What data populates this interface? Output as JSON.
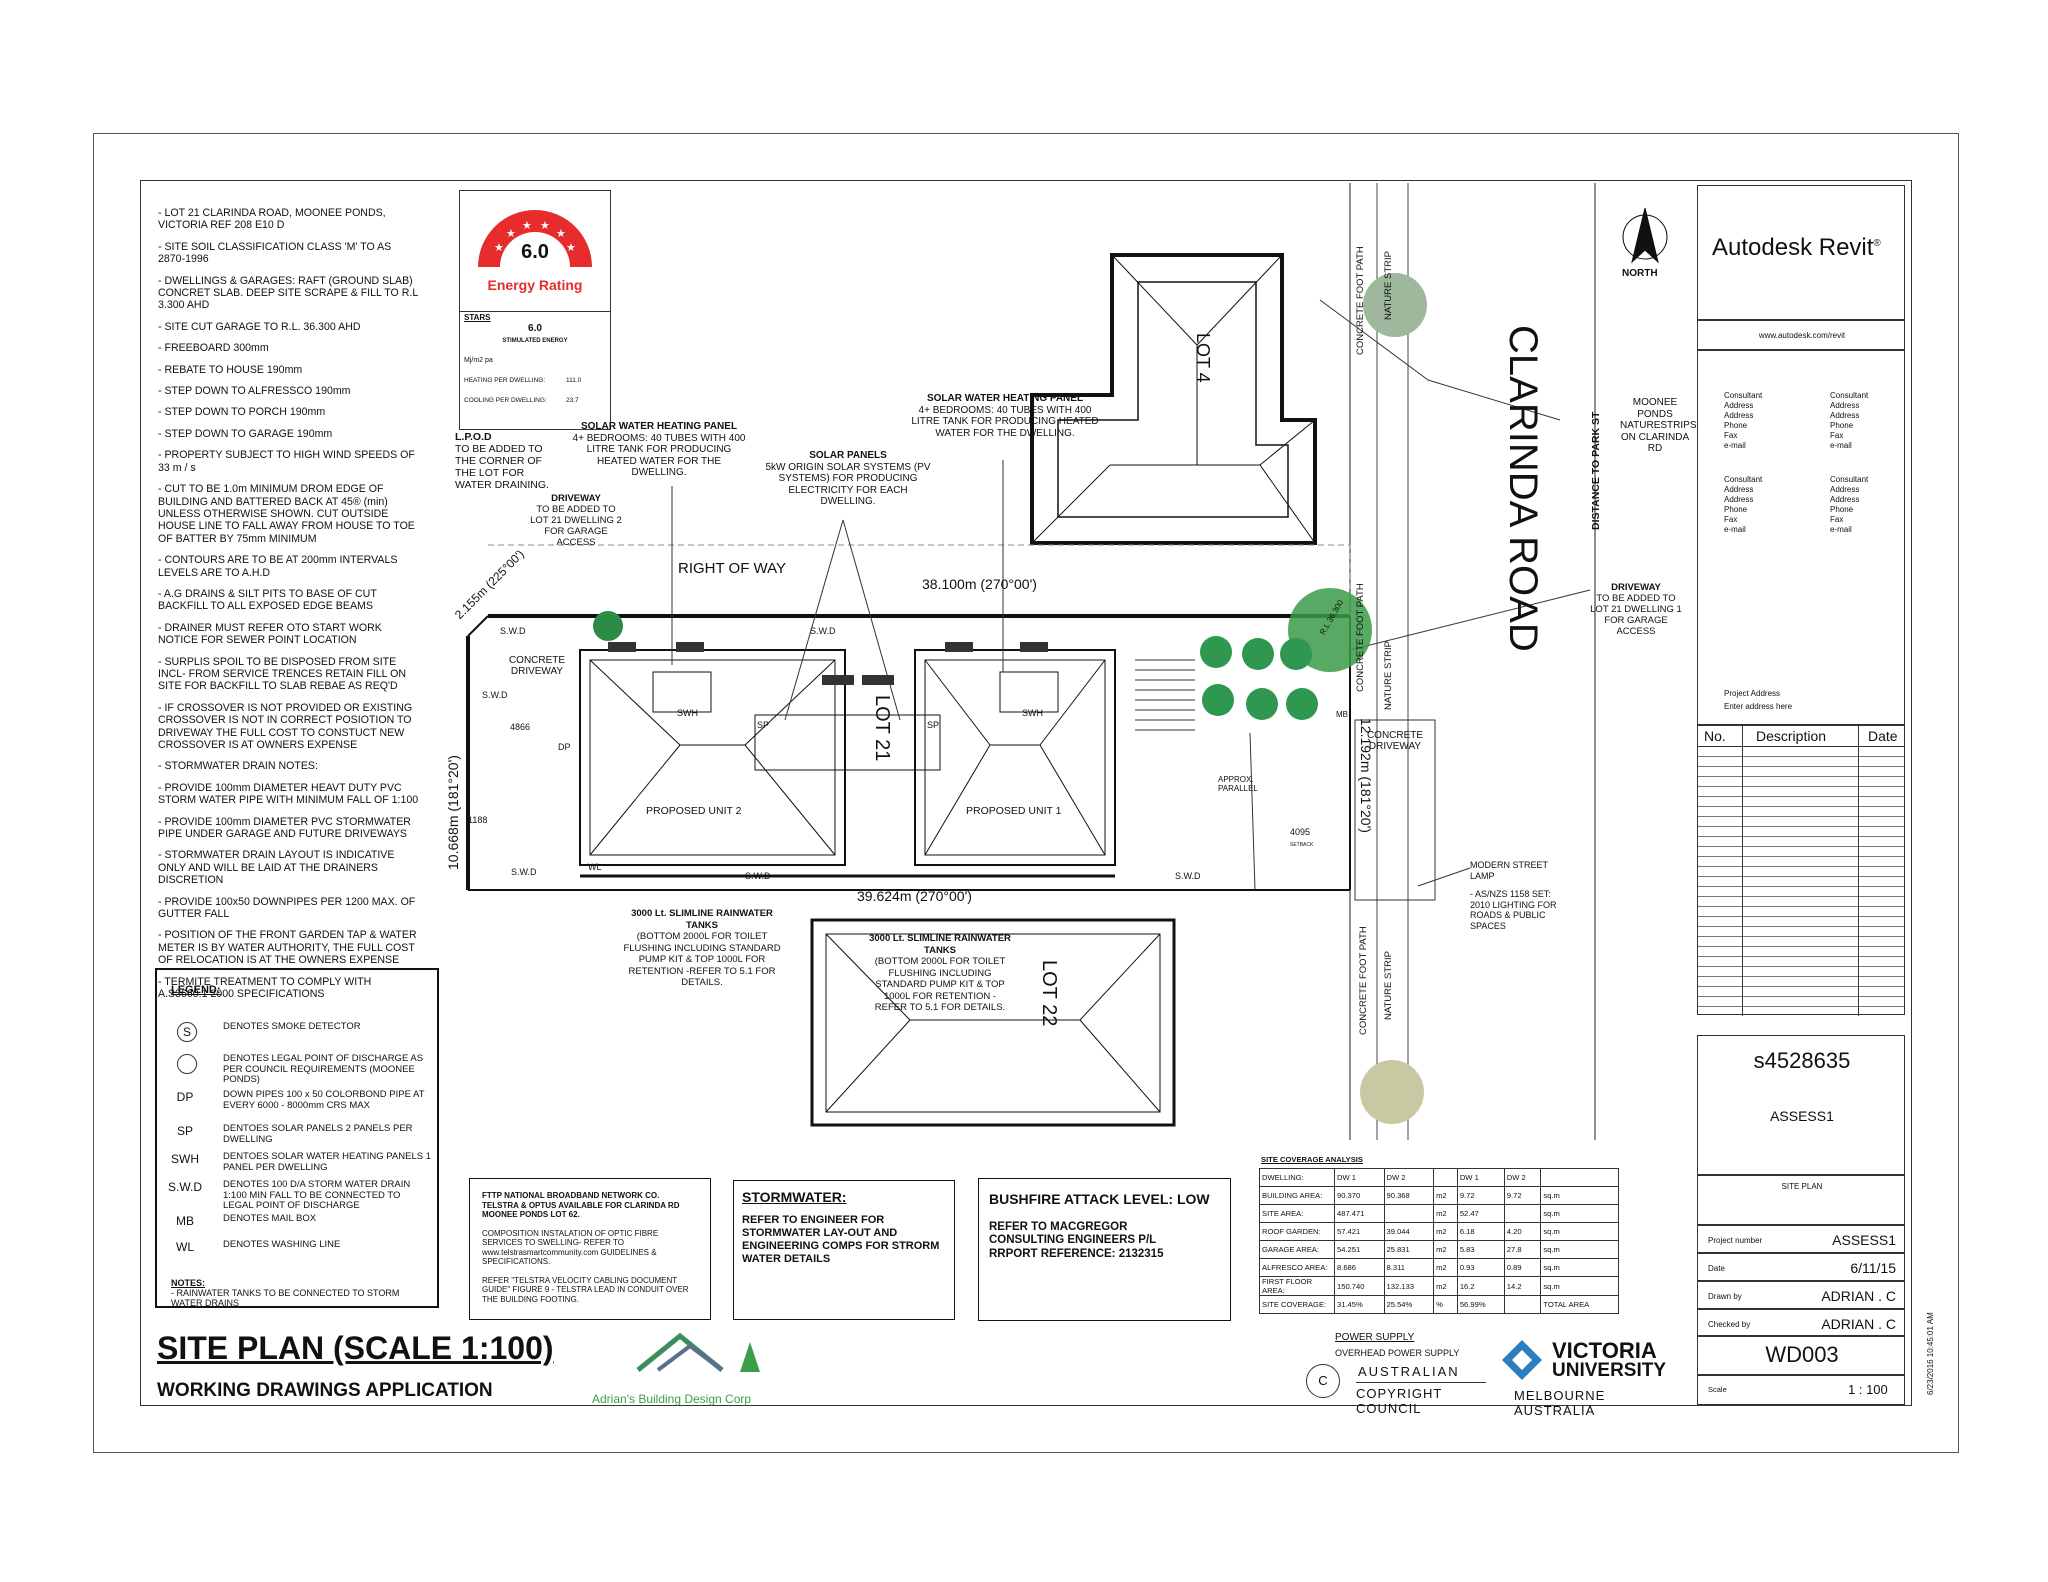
{
  "notes": [
    "- LOT 21 CLARINDA ROAD, MOONEE PONDS, VICTORIA  REF 208 E10 D",
    "- SITE SOIL CLASSIFICATION CLASS 'M' TO AS 2870-1996",
    "- DWELLINGS & GARAGES: RAFT (GROUND SLAB) CONCRET SLAB. DEEP SITE SCRAPE & FILL TO R.L 3.300 AHD",
    "- SITE CUT GARAGE TO R.L. 36.300 AHD",
    "- FREEBOARD 300mm",
    "- REBATE TO HOUSE 190mm",
    "- STEP DOWN TO ALFRESSCO 190mm",
    "- STEP DOWN TO PORCH 190mm",
    "- STEP DOWN TO GARAGE 190mm",
    "- PROPERTY SUBJECT TO HIGH WIND SPEEDS OF 33 m / s",
    "- CUT TO BE 1.0m MINIMUM DROM EDGE OF BUILDING AND BATTERED BACK AT 45® (min) UNLESS OTHERWISE SHOWN. CUT OUTSIDE HOUSE LINE TO FALL AWAY FROM HOUSE TO TOE OF BATTER BY 75mm MINIMUM",
    "- CONTOURS ARE TO BE AT 200mm INTERVALS LEVELS ARE TO A.H.D",
    "- A.G DRAINS & SILT PITS TO BASE OF CUT BACKFILL TO ALL EXPOSED EDGE BEAMS",
    "- DRAINER MUST REFER OTO START WORK NOTICE FOR SEWER POINT LOCATION",
    "- SURPLIS SPOIL TO BE DISPOSED FROM SITE INCL- FROM SERVICE TRENCES RETAIN FILL ON SITE FOR BACKFILL TO SLAB REBAE AS REQ'D",
    "- IF CROSSOVER IS NOT PROVIDED OR EXISTING CROSSOVER IS NOT IN CORRECT POSIOTION  TO DRIVEWAY THE FULL COST TO CONSTUCT NEW CROSSOVER IS AT OWNERS EXPENSE",
    "- STORMWATER DRAIN NOTES:",
    "- PROVIDE 100mm DIAMETER HEAVT DUTY PVC STORM WATER PIPE WITH MINIMUM FALL OF 1:100",
    "- PROVIDE 100mm DIAMETER PVC STORMWATER PIPE UNDER GARAGE AND FUTURE DRIVEWAYS",
    "- STORMWATER DRAIN LAYOUT IS INDICATIVE ONLY AND WILL BE LAID AT THE DRAINERS DISCRETION",
    "- PROVIDE 100x50 DOWNPIPES PER 1200 MAX. OF GUTTER FALL",
    "- POSITION OF THE FRONT GARDEN TAP & WATER METER IS BY WATER AUTHORITY, THE FULL COST OF RELOCATION IS AT THE OWNERS EXPENSE",
    "- TERMITE TREATMENT TO COMPLY WITH A.S3660.1 2000 SPECIFICATIONS"
  ],
  "energy": {
    "badge_value": "6.0",
    "badge_label": "Energy Rating",
    "stars_heading": "STARS",
    "stars_value": "6.0",
    "stimulated": "STIMULATED ENERGY",
    "unit": "Mj/m2 pa",
    "heating_label": "HEATING PER DWELLING:",
    "heating_value": "111.0",
    "cooling_label": "COOLING PER DWELLING:",
    "cooling_value": "23.7"
  },
  "legend": {
    "title": "LEGEND:",
    "items": [
      {
        "sym": "S",
        "text": "DENOTES SMOKE DETECTOR"
      },
      {
        "sym": "",
        "text": "DENOTES LEGAL POINT OF DISCHARGE AS PER COUNCIL REQUIREMENTS (MOONEE PONDS)"
      },
      {
        "sym": "DP",
        "text": "DOWN PIPES 100 x 50 COLORBOND PIPE AT EVERY 6000 - 8000mm CRS MAX"
      },
      {
        "sym": "SP",
        "text": "DENTOES SOLAR PANELS 2 PANELS PER DWELLING"
      },
      {
        "sym": "SWH",
        "text": "DENTOES SOLAR WATER HEATING PANELS 1 PANEL  PER DWELLING"
      },
      {
        "sym": "S.W.D",
        "text": "DENOTES 100 D/A STORM WATER DRAIN 1:100 MIN FALL TO BE CONNECTED TO LEGAL POINT OF DISCHARGE"
      },
      {
        "sym": "MB",
        "text": "DENOTES MAIL BOX"
      },
      {
        "sym": "WL",
        "text": "DENOTES WASHING LINE"
      }
    ],
    "notes_title": "NOTES:",
    "notes_text": "- RAINWATER TANKS TO BE CONNECTED TO STORM WATER DRAINS"
  },
  "title": {
    "main": "SITE PLAN (SCALE 1:100)",
    "sub": "WORKING DRAWINGS APPLICATION",
    "company": "Adrian's Building Design Corp"
  },
  "nbn": {
    "heading": "FTTP NATIONAL BROADBAND NETWORK CO. TELSTRA & OPTUS AVAILABLE FOR CLARINDA RD MOONEE PONDS LOT 62.",
    "p1": "COMPOSITION INSTALATION OF OPTIC FIBRE SERVICES TO SWELLING- REFER TO www.telstrasmartcommunity.com GUIDELINES & SPECIFICATIONS.",
    "p2": "REFER \"TELSTRA VELOCITY CABLING DOCUMENT GUIDE\" FIGURE 9 - TELSTRA LEAD IN CONDUIT OVER THE BUILDING FOOTING."
  },
  "stormwater": {
    "heading": "STORMWATER:",
    "text": "REFER TO ENGINEER FOR STORMWATER LAY-OUT AND ENGINEERING COMPS FOR STRORM WATER DETAILS"
  },
  "bushfire": {
    "heading": "BUSHFIRE ATTACK LEVEL: LOW",
    "text": "REFER TO MACGREGOR CONSULTING ENGINEERS P/L RRPORT REFERENCE: 2132315"
  },
  "coverage": {
    "title": "SITE COVERAGE ANALYSIS",
    "header": [
      "DWELLING:",
      "DW 1",
      "DW 2",
      "",
      "DW 1",
      "DW 2",
      ""
    ],
    "rows": [
      [
        "BUILDING AREA:",
        "90.370",
        "90.368",
        "m2",
        "9.72",
        "9.72",
        "sq.m"
      ],
      [
        "SITE AREA:",
        "487.471",
        "",
        "m2",
        "52.47",
        "",
        "sq.m"
      ],
      [
        "ROOF GARDEN:",
        "57.421",
        "39.044",
        "m2",
        "6.18",
        "4.20",
        "sq.m"
      ],
      [
        "GARAGE AREA:",
        "54.251",
        "25.831",
        "m2",
        "5.83",
        "27.8",
        "sq.m"
      ],
      [
        "ALFRESCO AREA:",
        "8.686",
        "8.311",
        "m2",
        "0.93",
        "0.89",
        "sq.m"
      ],
      [
        "FIRST FLOOR AREA:",
        "150.740",
        "132.133",
        "m2",
        "16.2",
        "14.2",
        "sq.m"
      ],
      [
        "SITE COVERAGE:",
        "31.45%",
        "25.54%",
        "%",
        "56.99%",
        "",
        "TOTAL AREA"
      ]
    ]
  },
  "power": {
    "heading": "POWER SUPPLY",
    "text": "OVERHEAD POWER SUPPLY"
  },
  "copyright": {
    "symbol": "C",
    "line1": "AUSTRALIAN",
    "line2": "COPYRIGHT COUNCIL"
  },
  "vu": {
    "line1": "VICTORIA",
    "line2": "UNIVERSITY",
    "line3": "MELBOURNE AUSTRALIA"
  },
  "titleblock": {
    "brand": "Autodesk Revit",
    "brand_mark": "®",
    "url": "www.autodesk.com/revit",
    "consultant": [
      "Consultant",
      "Address",
      "Address",
      "Phone",
      "Fax",
      "e-mail"
    ],
    "project_address_label": "Project Address",
    "project_address_value": "Enter address here",
    "rev_headers": [
      "No.",
      "Description",
      "Date"
    ],
    "project_id": "s4528635",
    "project_name": "ASSESS1",
    "sheet_name": "SITE PLAN",
    "fields": [
      {
        "label": "Project number",
        "value": "ASSESS1"
      },
      {
        "label": "Date",
        "value": "6/11/15"
      },
      {
        "label": "Drawn by",
        "value": "ADRIAN . C"
      },
      {
        "label": "Checked by",
        "value": "ADRIAN . C"
      }
    ],
    "sheet_number": "WD003",
    "scale_label": "Scale",
    "scale_value": "1 : 100",
    "timestamp": "6/23/2016 10:45:01 AM"
  },
  "plan": {
    "north": "NORTH",
    "road": "CLARINDA ROAD",
    "distance_to_park": "DISTANCE TO PARK ST",
    "lot4": "LOT 4",
    "lot21": "LOT 21",
    "lot22": "LOT 22",
    "right_of_way": "RIGHT OF WAY",
    "dim_top": "38.100m (270°00')",
    "dim_bottom": "39.624m (270°00')",
    "dim_left": "10.668m (181°20')",
    "dim_right": "12.192m (181°20')",
    "dim_diag": "2.155m (225°00')",
    "unit1": "PROPOSED UNIT 1",
    "unit2": "PROPOSED UNIT 2",
    "lpod_title": "L.P.O.D",
    "lpod_text": "TO BE ADDED TO THE CORNER OF THE LOT FOR WATER DRAINING.",
    "driveway2_title": "DRIVEWAY",
    "driveway2_text": "TO BE ADDED TO LOT 21 DWELLING 2 FOR GARAGE ACCESS",
    "driveway1_title": "DRIVEWAY",
    "driveway1_text": "TO BE ADDED TO LOT 21 DWELLING 1 FOR GARAGE ACCESS",
    "solar_heat1_title": "SOLAR WATER HEATING PANEL",
    "solar_heat1_text": "4+ BEDROOMS: 40 TUBES WITH 400 LITRE TANK FOR PRODUCING HEATED WATER FOR THE DWELLING.",
    "solar_heat2_title": "SOLAR WATER HEATING PANEL",
    "solar_heat2_text": "4+ BEDROOMS: 40 TUBES WITH 400 LITRE TANK FOR PRODUCING HEATED WATER FOR THE DWELLING.",
    "solar_panels_title": "SOLAR PANELS",
    "solar_panels_text": "5kW ORIGIN SOLAR SYSTEMS (PV SYSTEMS) FOR PRODUCING ELECTRICITY FOR EACH DWELLING.",
    "tank1_title": "3000 Lt. SLIMLINE RAINWATER TANKS",
    "tank1_text": "(BOTTOM 2000L FOR TOILET FLUSHING INCLUDING STANDARD PUMP KIT & TOP 1000L FOR RETENTION -REFER TO 5.1 FOR DETAILS.",
    "tank2_title": "3000 Lt. SLIMLINE RAINWATER TANKS",
    "tank2_text": "(BOTTOM 2000L FOR TOILET FLUSHING INCLUDING STANDARD PUMP KIT & TOP 1000L FOR RETENTION -REFER TO 5.1 FOR DETAILS.",
    "moonee": "MOONEE PONDS NATURESTRIPS ON CLARINDA RD",
    "lamp_title": "MODERN STREET LAMP",
    "lamp_text": "- AS/NZS 1158 SET: 2010 LIGHTING FOR ROADS & PUBLIC SPACES",
    "concrete_driveway_left": "CONCRETE DRIVEWAY",
    "concrete_driveway_right": "CONCRETE DRIVEWAY",
    "foot_path": "CONCRETE FOOT PATH",
    "nature_strip": "NATURE STRIP",
    "swd": "S.W.D",
    "swh": "SWH",
    "sp": "SP",
    "dp": "DP",
    "wl": "WL",
    "mb": "MB",
    "approx_parallel": "APPROX. PARALLEL",
    "dim_4866": "4866",
    "dim_1188": "1188",
    "dim_4095": "4095",
    "setback": "SETBACK",
    "rl": "R.L 36.300"
  }
}
